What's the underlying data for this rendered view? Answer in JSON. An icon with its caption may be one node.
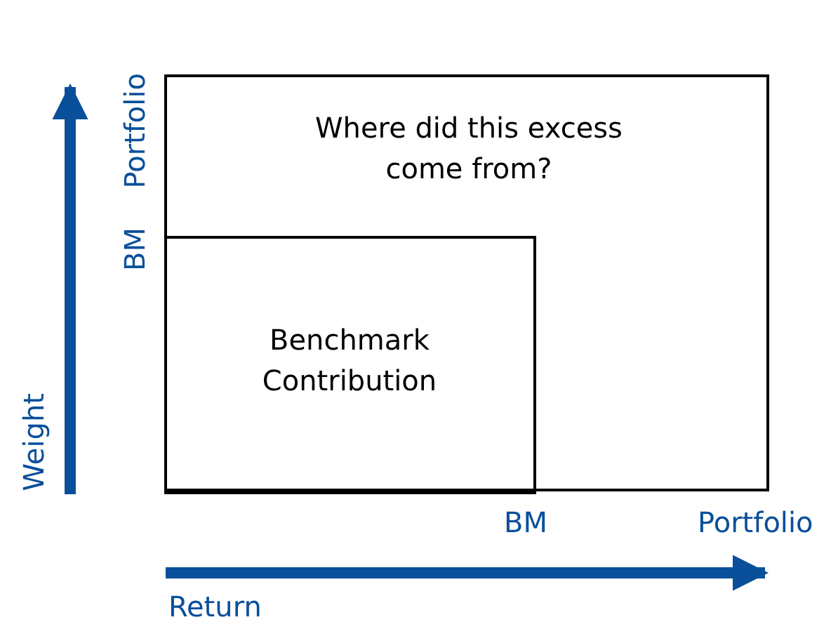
{
  "diagram": {
    "nodes": [
      {
        "text": [
          "Where did this excess come from?"
        ]
      },
      {
        "text": [
          "Benchmark Contribution"
        ],
        "in": 0
      }
    ],
    "edges": [],
    "labels": [
      "Portfolio",
      "BM",
      "Weight",
      "BM",
      "Portfolio",
      "Return"
    ]
  }
}
